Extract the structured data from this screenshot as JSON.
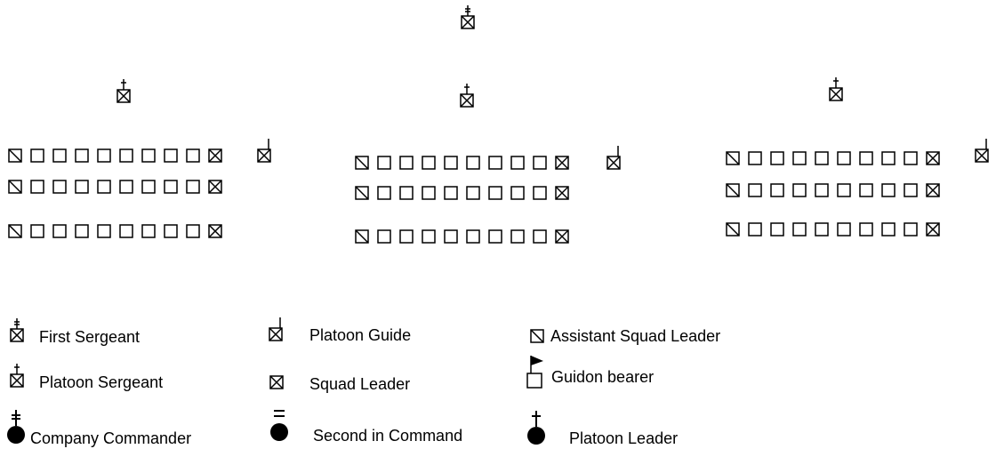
{
  "legend": {
    "first_sergeant": "First Sergeant",
    "platoon_sergeant": "Platoon Sergeant",
    "company_commander": "Company Commander",
    "platoon_guide": "Platoon Guide",
    "squad_leader": "Squad Leader",
    "second_in_command": "Second in Command",
    "assistant_squad_leader": "Assistant Squad Leader",
    "guidon_bearer": "Guidon bearer",
    "platoon_leader": "Platoon Leader"
  },
  "formation": {
    "platoon_count": 3,
    "squads_per_platoon": 3,
    "members_per_squad_row": 10,
    "platoon_guide_in_first_row": true
  },
  "colors": {
    "ink": "#000000",
    "background": "#ffffff"
  }
}
